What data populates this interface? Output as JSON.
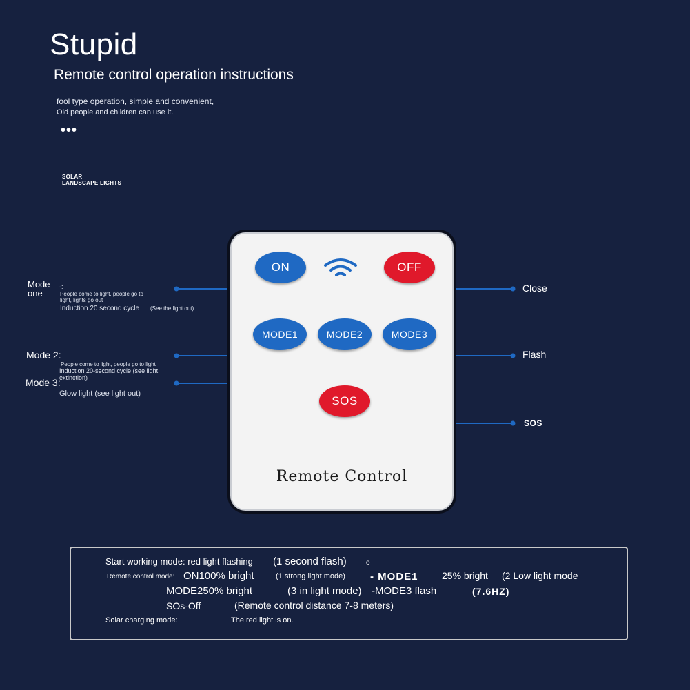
{
  "header": {
    "title": "Stupid",
    "subtitle": "Remote control operation instructions",
    "desc_line1": "fool type operation, simple and convenient,",
    "desc_line2": "Old people and children can use it.",
    "dots": "•••",
    "solar_line1": "SOLAR",
    "solar_line2": "LANDSCAPE LIGHTS"
  },
  "remote": {
    "on": "ON",
    "off": "OFF",
    "mode1": "MODE1",
    "mode2": "MODE2",
    "mode3": "MODE3",
    "sos": "SOS",
    "label": "Remote Control",
    "wifi_icon": "wifi-icon"
  },
  "left_labels": {
    "mode_one_a": "Mode",
    "mode_one_b": "one",
    "mode_one_dash": "-:",
    "mode_one_desc1": "People come to light, people go to",
    "mode_one_desc2": "light, lights go out",
    "mode_one_cycle": "Induction 20 second cycle",
    "mode_one_note": "(See the light out)",
    "mode_two": "Mode 2:",
    "mode_two_desc1": "People come to light, people go to light",
    "mode_two_desc2": "Induction 20-second cycle (see light",
    "mode_two_desc3": "extinction)",
    "mode_three": "Mode 3:",
    "mode_three_desc": "Glow light (see light out)"
  },
  "right_labels": {
    "close": "Close",
    "flash": "Flash",
    "sos": "SOS"
  },
  "info": {
    "line1_a": "Start working mode: red light flashing",
    "line1_b": "(1 second flash)",
    "line1_c": "o",
    "line2_a": "Remote control mode:",
    "line2_b": "ON100% bright",
    "line2_c": "(1 strong light mode)",
    "line2_d": "- MODE1",
    "line2_e": "25% bright",
    "line2_f": "(2 Low light mode",
    "line3_a": "MODE250% bright",
    "line3_b": "(3 in light mode)",
    "line3_c": "-MODE3 flash",
    "line3_d": "(7.6HZ)",
    "line4_a": "SOs-Off",
    "line4_b": "(Remote control distance 7-8 meters)",
    "line5_a": "Solar charging mode:",
    "line5_b": "The red light is on."
  },
  "colors": {
    "background": "#16213f",
    "button_blue": "#1f69c3",
    "button_red": "#e0192b",
    "line_blue": "#1f69c3"
  }
}
